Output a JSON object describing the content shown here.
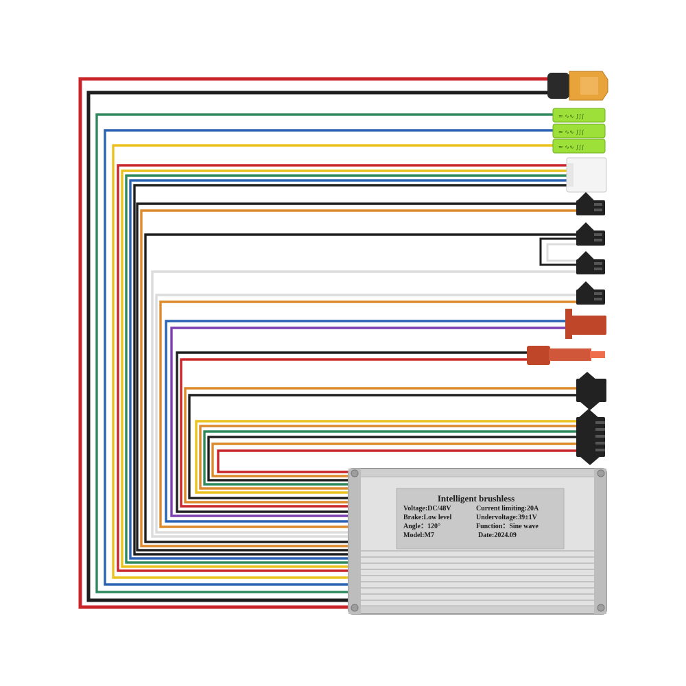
{
  "label": {
    "title": "Intelligent brushless",
    "voltage": "Voltage:DC/48V",
    "current_limiting": "Current limiting:20A",
    "brake": "Brake:Low level",
    "undervoltage": "Undervoltage:39±1V",
    "angle": "Angle：120°",
    "function": "Function：Sine wave",
    "model": "Model:M7",
    "date": "Date:2024.09"
  },
  "colors": {
    "red": "#c8262b",
    "black": "#1e1e1e",
    "green": "#2e8a5c",
    "blue": "#2a63b4",
    "yellow": "#e9c21e",
    "orange": "#dc8a2c",
    "white": "#dcdcdc",
    "purple": "#7b3fb0",
    "connector_black": "#222222",
    "connector_red": "#c0462a",
    "connector_green": "#9ee03a",
    "connector_yellow": "#e8a33a",
    "housing": "#d8d8d8"
  },
  "connectors": [
    "xt60-power-connector",
    "phase-connector-green",
    "phase-connector-blue",
    "phase-connector-yellow",
    "hall-sensor-plug-white",
    "brake-plug-1",
    "brake-plug-2",
    "brake-plug-3",
    "brake-plug-4",
    "lock-connector-red",
    "ignition-connector-red",
    "throttle-plug-black",
    "display-plug-5pin"
  ]
}
